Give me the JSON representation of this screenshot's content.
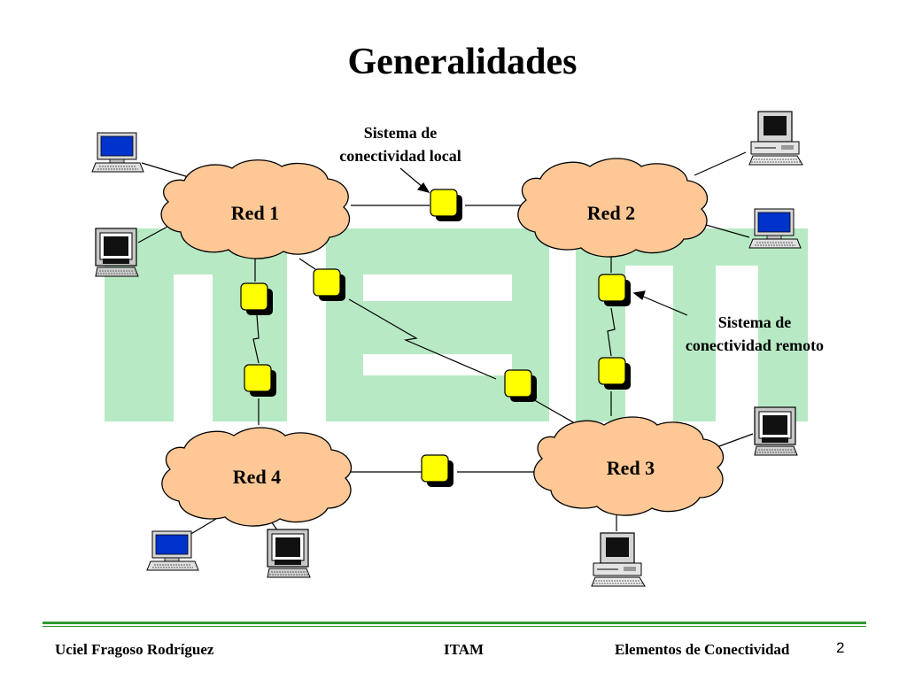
{
  "slide": {
    "title": "Generalidades",
    "page_number": "2"
  },
  "labels": {
    "local_line1": "Sistema de",
    "local_line2": "conectividad local",
    "remote_line1": "Sistema de",
    "remote_line2": "conectividad remoto"
  },
  "networks": {
    "red1": "Red 1",
    "red2": "Red 2",
    "red3": "Red 3",
    "red4": "Red 4"
  },
  "footer": {
    "author": "Uciel Fragoso Rodríguez",
    "institution": "ITAM",
    "subject": "Elementos de Conectividad"
  },
  "colors": {
    "cloud_fill": "#fdc896",
    "device_fill": "#ffff00",
    "watermark": "#b7eac4",
    "footer_rule": "#2e9a2e"
  }
}
